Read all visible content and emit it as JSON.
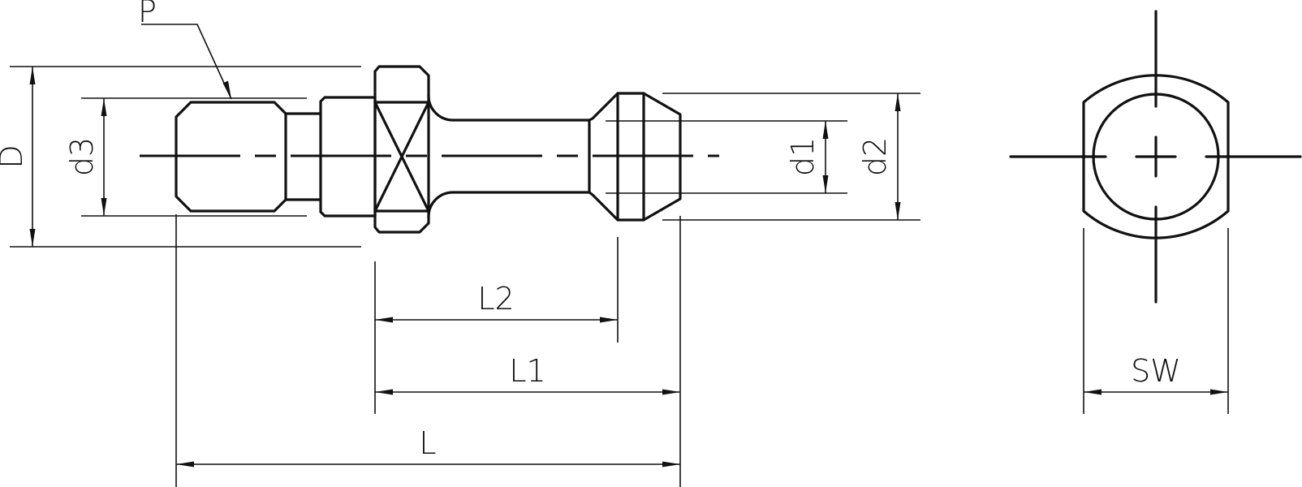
{
  "diagram": {
    "labels": {
      "P": "P",
      "D": "D",
      "d3": "d3",
      "d1": "d1",
      "d2": "d2",
      "L2": "L2",
      "L1": "L1",
      "L": "L",
      "SW": "SW"
    },
    "colors": {
      "line": "#111111",
      "background": "#ffffff"
    }
  }
}
